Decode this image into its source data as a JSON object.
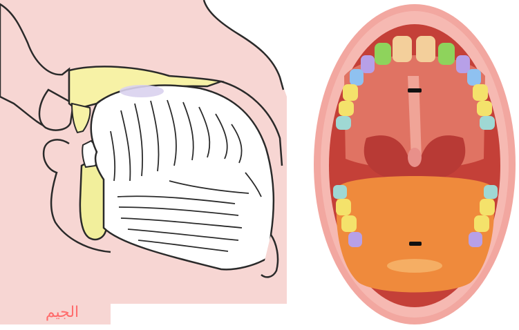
{
  "caption": "الجيم",
  "colors": {
    "skin": "#f7d6d3",
    "outline": "#2a2a2a",
    "palate_yellow": "#f7f2a6",
    "jaw_yellow": "#f2ef9c",
    "tongue_white": "#ffffff",
    "lip_pink": "#f2a7a0",
    "mouth_red": "#d85b52",
    "tongue_orange": "#ef8a3c",
    "marker": "#111111"
  },
  "icons": [
    "sagittal-mouth-diagram",
    "open-mouth-illustration",
    "articulation-marker"
  ]
}
